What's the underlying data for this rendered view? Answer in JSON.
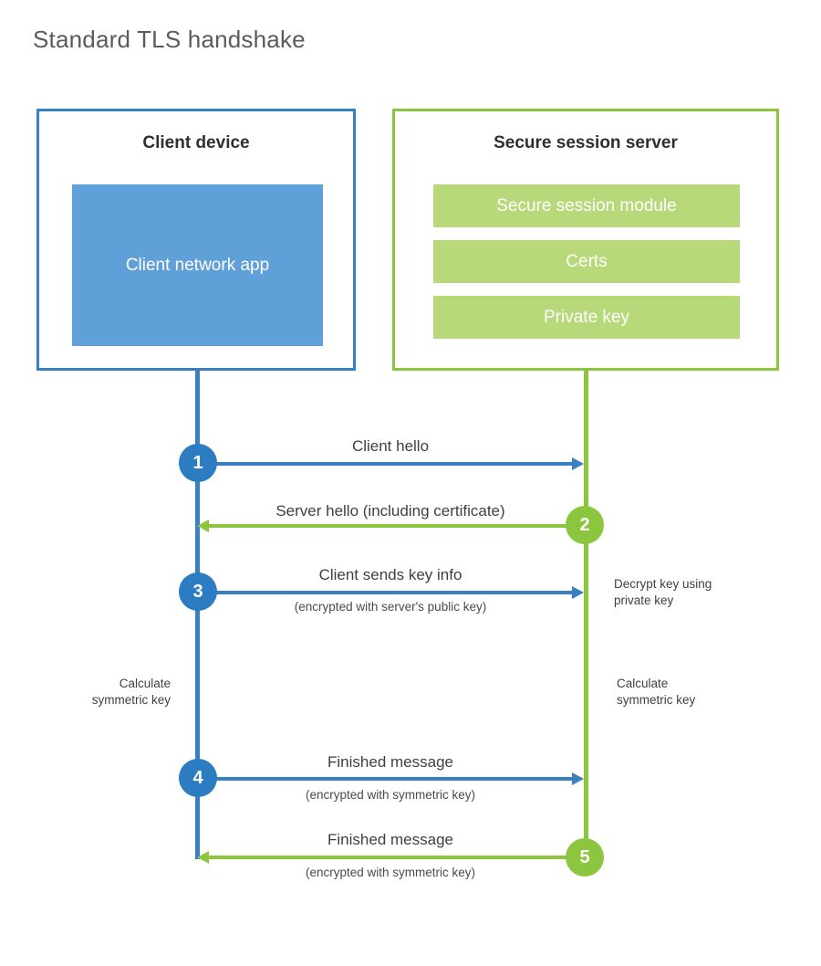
{
  "title": "Standard TLS handshake",
  "colors": {
    "client_accent": "#3a7fc1",
    "client_circle": "#2b7cc0",
    "client_app_fill": "#5fa0d8",
    "server_accent": "#8cc63e",
    "server_bar_fill": "#b7d97a",
    "title_text": "#5b5b5b",
    "body_text": "#3f3f3f"
  },
  "parties": {
    "client": {
      "title": "Client device",
      "component": "Client network app"
    },
    "server": {
      "title": "Secure session server",
      "components": [
        {
          "label": "Secure session module"
        },
        {
          "label": "Certs"
        },
        {
          "label": "Private key"
        }
      ]
    }
  },
  "steps": [
    {
      "number": "1",
      "label": "Client hello",
      "sub": "",
      "direction": "client-to-server",
      "color": "blue"
    },
    {
      "number": "2",
      "label": "Server hello (including certificate)",
      "sub": "",
      "direction": "server-to-client",
      "color": "green"
    },
    {
      "number": "3",
      "label": "Client sends key info",
      "sub": "(encrypted with server's public key)",
      "direction": "client-to-server",
      "color": "blue"
    },
    {
      "number": "4",
      "label": "Finished message",
      "sub": "(encrypted with symmetric key)",
      "direction": "client-to-server",
      "color": "blue"
    },
    {
      "number": "5",
      "label": "Finished message",
      "sub": "(encrypted with symmetric key)",
      "direction": "server-to-client",
      "color": "green"
    }
  ],
  "annotations": {
    "server_decrypt": "Decrypt key using\nprivate key",
    "client_calculate": "Calculate\nsymmetric key",
    "server_calculate": "Calculate\nsymmetric key"
  }
}
